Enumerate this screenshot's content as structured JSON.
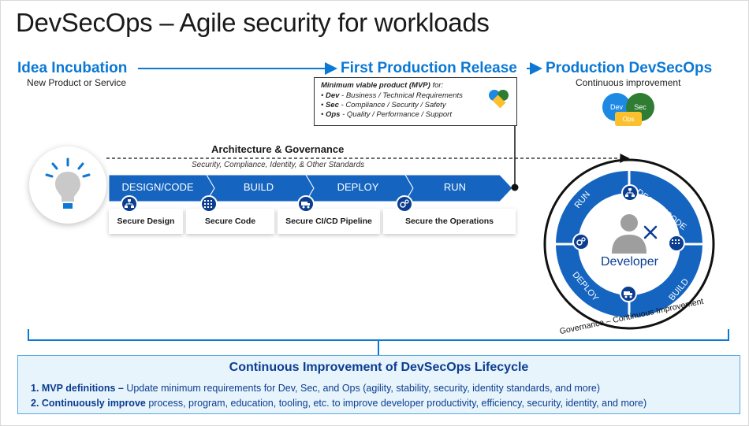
{
  "title": "DevSecOps – Agile security for workloads",
  "timeline": {
    "idea_title": "Idea Incubation",
    "idea_sub": "New Product or Service",
    "release_title": "First Production Release",
    "prod_title": "Production DevSecOps",
    "prod_sub": "Continuous improvement"
  },
  "mvp": {
    "heading": "Minimum viable product (MVP)",
    "heading_suffix": " for:",
    "items": [
      {
        "key": "Dev",
        "text": " - Business / Technical Requirements"
      },
      {
        "key": "Sec",
        "text": " - Compliance / Security / Safety"
      },
      {
        "key": "Ops",
        "text": " - Quality / Performance / Support"
      }
    ]
  },
  "heart": {
    "dev": "Dev",
    "sec": "Sec",
    "ops": "Ops"
  },
  "architecture": {
    "title": "Architecture & Governance",
    "subtitle": "Security, Compliance, Identity, & Other Standards"
  },
  "pipeline": {
    "stages": [
      "DESIGN/CODE",
      "BUILD",
      "DEPLOY",
      "RUN"
    ],
    "cards": [
      "Secure Design",
      "Secure Code",
      "Secure CI/CD Pipeline",
      "Secure the Operations"
    ]
  },
  "cycle": {
    "center": "Developer",
    "segments": {
      "design": "DESIGN/CODE",
      "build": "BUILD",
      "deploy": "DEPLOY",
      "run": "RUN"
    },
    "outer": "Governance – Continuous Improvement"
  },
  "bottom": {
    "title": "Continuous Improvement of DevSecOps Lifecycle",
    "line1_bold": "1.  MVP definitions – ",
    "line1_text": "Update minimum requirements for Dev, Sec, and Ops (agility, stability, security, identity standards, and more)",
    "line2_bold": "2.  Continuously improve ",
    "line2_text": "process, program, education, tooling, etc. to improve developer productivity, efficiency, security, identity, and more)"
  },
  "colors": {
    "accent": "#0a78d4",
    "dark_blue": "#0b3d91",
    "ring": "#1565c0",
    "pipeline": "#1565c0"
  }
}
